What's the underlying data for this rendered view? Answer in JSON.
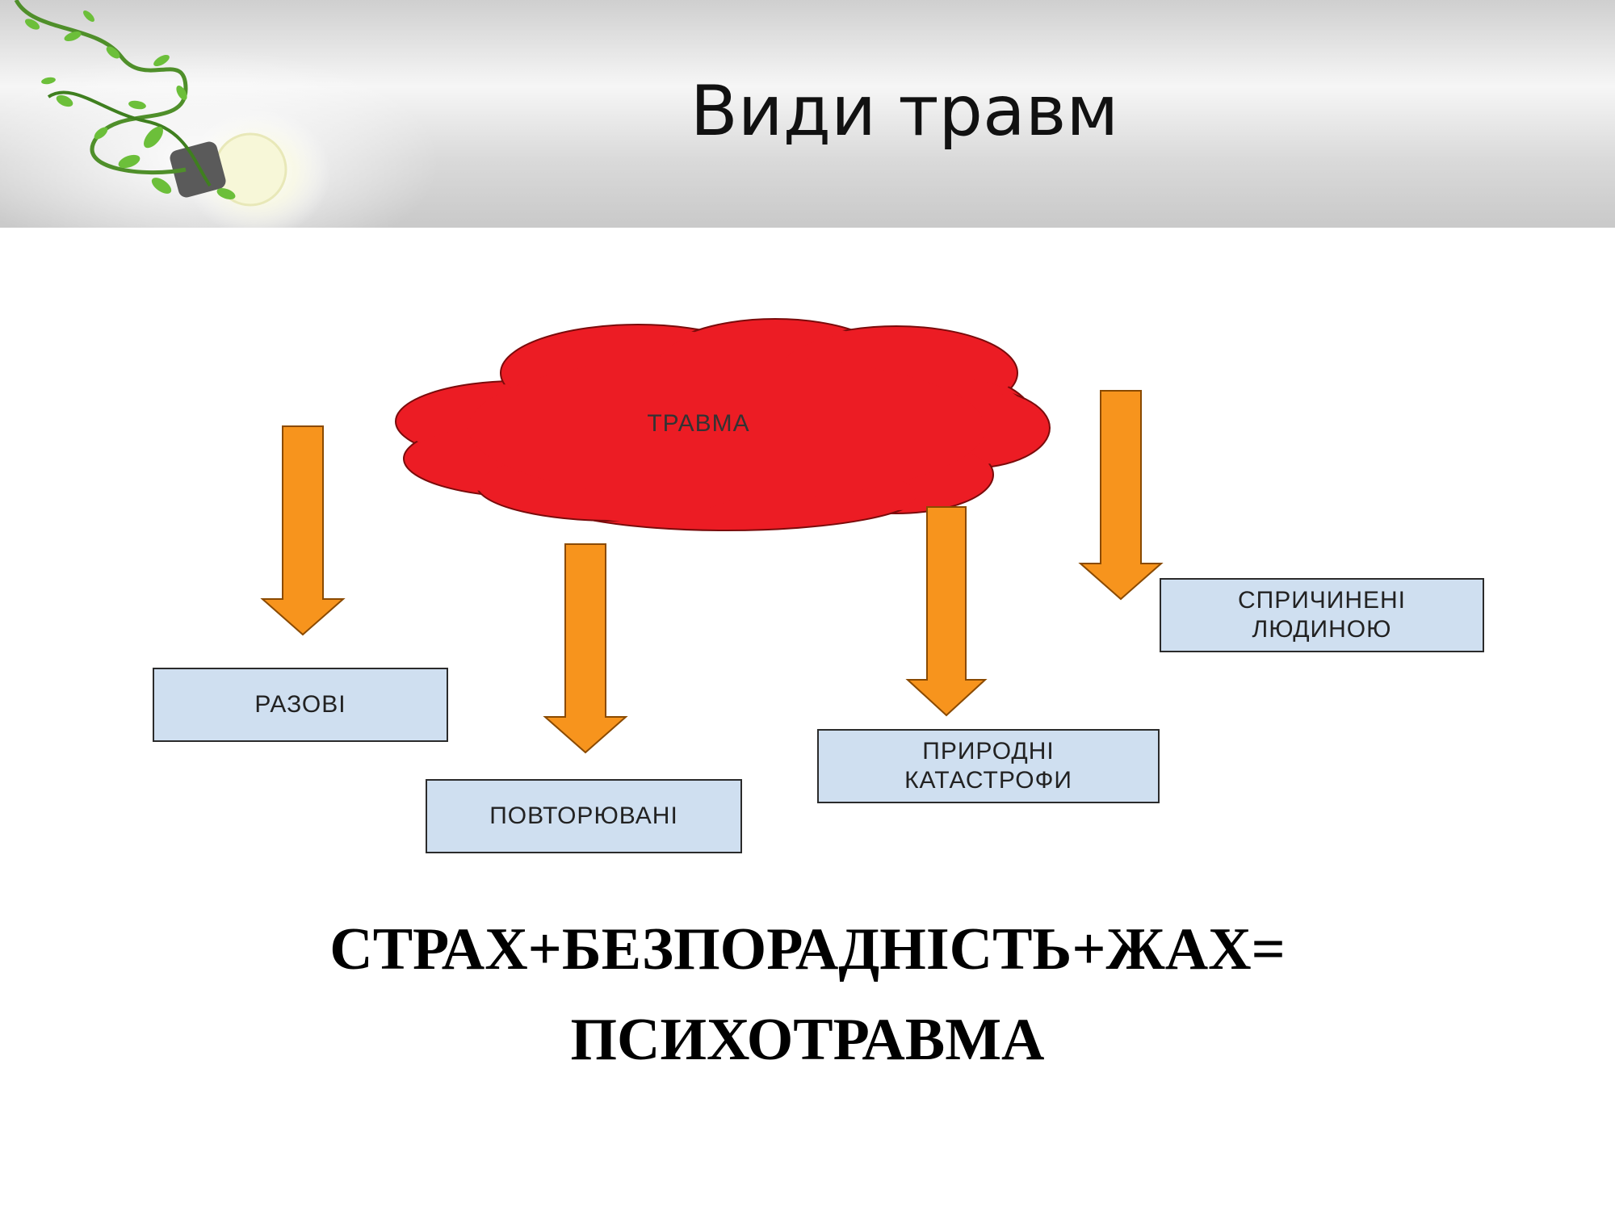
{
  "slide": {
    "title": "Види травм"
  },
  "diagram": {
    "center": "ТРАВМА",
    "boxes": [
      {
        "label": "РАЗОВІ"
      },
      {
        "label": "ПОВТОРЮВАНІ"
      },
      {
        "label": "ПРИРОДНІ\nКАТАСТРОФИ"
      },
      {
        "label": "СПРИЧИНЕНІ\nЛЮДИНОЮ"
      }
    ]
  },
  "formula": {
    "line1": "СТРАХ+БЕЗПОРАДНІСТЬ+ЖАХ=",
    "line2": "ПСИХОТРАВМА"
  },
  "colors": {
    "cloud": "#ec1c24",
    "arrow": "#f7941d",
    "box": "#cfdff0"
  }
}
